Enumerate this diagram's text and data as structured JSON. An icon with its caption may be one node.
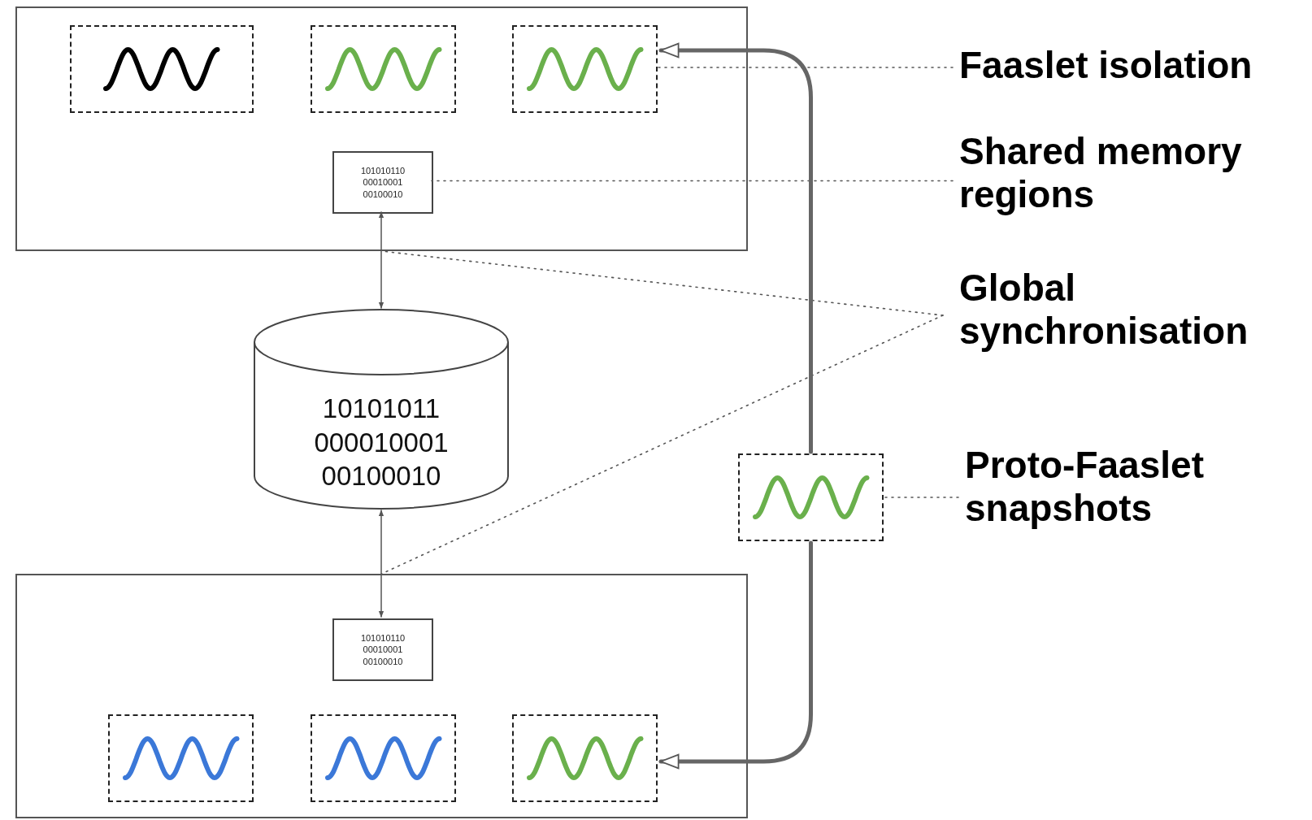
{
  "diagram": {
    "nodes": [
      {
        "text": [],
        "shape": "box"
      },
      {
        "text": [],
        "shape": "box",
        "in": 0
      },
      {
        "text": [],
        "shape": "box",
        "in": 0
      },
      {
        "text": [],
        "shape": "box",
        "in": 0
      },
      {
        "text": [
          "101010110 00010001 00100010"
        ],
        "in": 0
      },
      {
        "text": [
          "10101011 000010001 00100010"
        ]
      },
      {
        "text": [],
        "shape": "box"
      },
      {
        "text": [
          "101010110 00010001 00100010"
        ],
        "in": 6
      },
      {
        "text": [],
        "shape": "box",
        "in": 6
      },
      {
        "text": [],
        "shape": "box",
        "in": 6
      },
      {
        "text": [],
        "shape": "box",
        "in": 6
      },
      {
        "text": [],
        "shape": "box"
      },
      {
        "text": [
          "Faaslet isolation"
        ]
      },
      {
        "text": [
          "Shared memory regions"
        ]
      },
      {
        "text": [
          "Global synchronisation"
        ]
      },
      {
        "text": [
          "Proto-Faaslet snapshots"
        ]
      }
    ],
    "edges": [
      {
        "from": 4,
        "to": 5,
        "arrow": "both"
      },
      {
        "from": 5,
        "to": 7,
        "arrow": "both"
      },
      {
        "from": 12,
        "to": 3,
        "arrow": "none",
        "style": "dashed"
      },
      {
        "from": 13,
        "to": 4,
        "arrow": "none",
        "style": "dashed"
      },
      {
        "from": 14,
        "to": 0,
        "arrow": "none",
        "style": "dashed"
      },
      {
        "from": 14,
        "to": 6,
        "arrow": "none",
        "style": "dashed"
      },
      {
        "from": 15,
        "to": 11,
        "arrow": "none",
        "style": "dashed"
      },
      {
        "from": 11,
        "to": 3,
        "arrow": "to",
        "style": "thick"
      },
      {
        "from": 11,
        "to": 10,
        "arrow": "to",
        "style": "thick"
      }
    ]
  }
}
